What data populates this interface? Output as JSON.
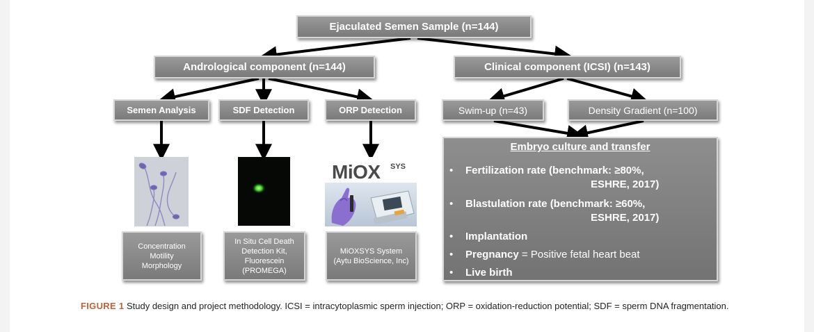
{
  "diagram": {
    "root": "Ejaculated Semen Sample (n=144)",
    "andrological": "Andrological component (n=144)",
    "clinical": "Clinical component (ICSI) (n=143)",
    "semen_analysis": "Semen Analysis",
    "sdf_detection": "SDF Detection",
    "orp_detection": "ORP Detection",
    "swim_up": "Swim-up (n=43)",
    "density_gradient": "Density Gradient (n=100)",
    "semen_result": [
      "Concentration",
      "Motility",
      "Morphology"
    ],
    "sdf_result": [
      "In Situ Cell Death",
      "Detection Kit,",
      "Fluorescein",
      "(PROMEGA)"
    ],
    "orp_result": [
      "MiOXSYS System",
      "(Aytu BioScience, Inc)"
    ],
    "mioxsys_logo": "MiOXSYS",
    "embryo": {
      "title": "Embryo culture and transfer",
      "items": [
        {
          "bold": "Fertilization rate (benchmark: ≥80%,",
          "cont": "ESHRE, 2017)"
        },
        {
          "bold": "Blastulation rate (benchmark: ≥60%,",
          "cont": "ESHRE, 2017)"
        },
        {
          "bold": "Implantation"
        },
        {
          "bold": "Pregnancy",
          "normal": " = Positive fetal heart beat"
        },
        {
          "bold": "Live birth"
        }
      ],
      "bullet": "•"
    }
  },
  "caption": {
    "label": "FIGURE 1",
    "text": " Study design and project methodology. ICSI = intracytoplasmic sperm injection; ORP = oxidation-reduction potential; SDF = sperm DNA fragmentation."
  }
}
